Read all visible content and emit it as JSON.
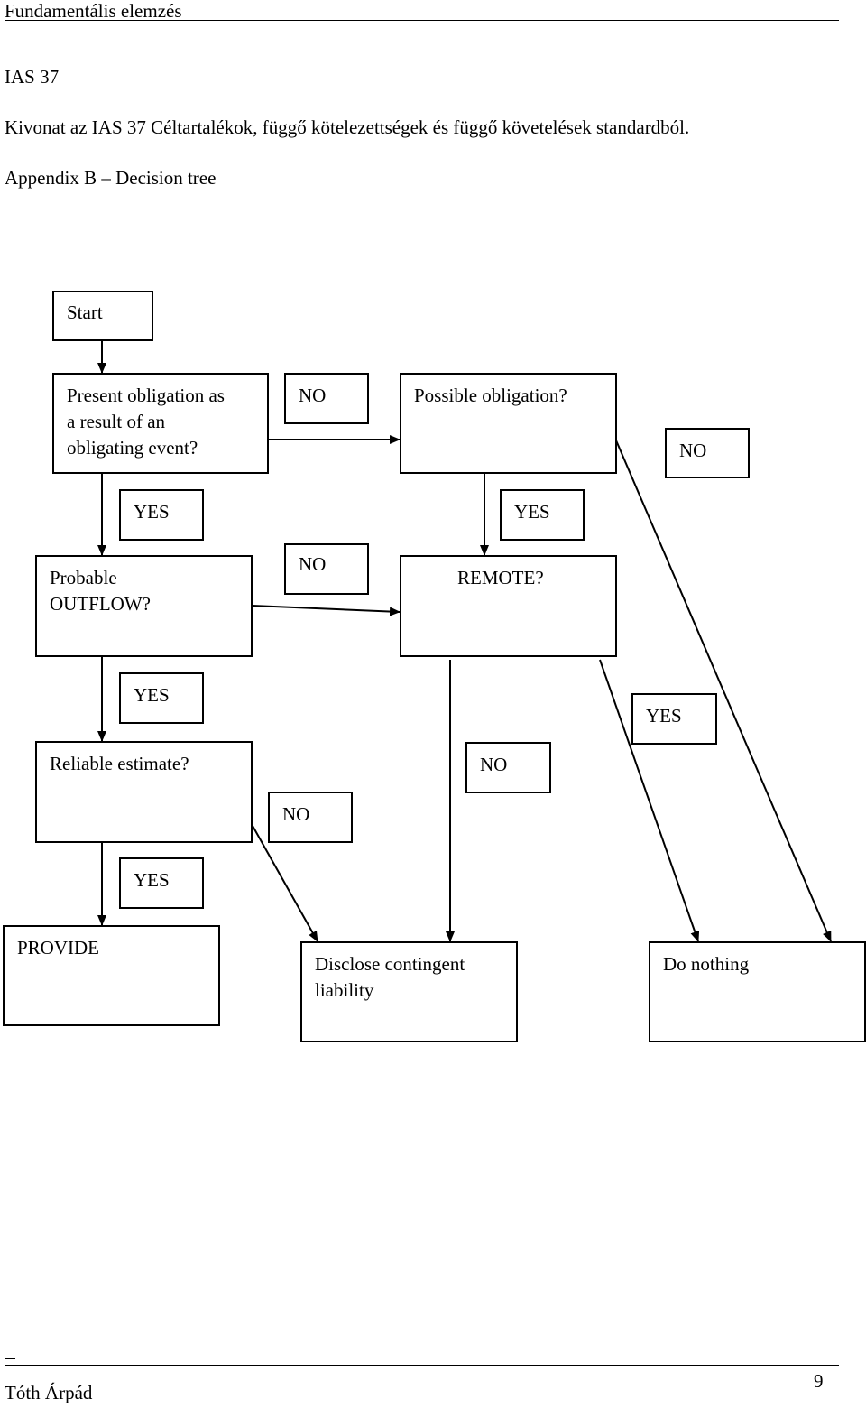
{
  "header": {
    "title": "Fundamentális elemzés"
  },
  "doc": {
    "heading": "IAS 37",
    "intro": "Kivonat az IAS 37 Céltartalékok, függő kötelezettségek és függő követelések standardból.",
    "appendix": "Appendix B – Decision tree"
  },
  "tree": {
    "start": "Start",
    "q_present": "Present obligation as\na result of an\nobligating event?",
    "q_possible": "Possible obligation?",
    "q_probable": "Probable\nOUTFLOW?",
    "q_remote": "REMOTE?",
    "q_reliable": "Reliable estimate?",
    "outcome_provide": "PROVIDE",
    "outcome_disclose": "Disclose contingent\nliability",
    "outcome_nothing": "Do nothing",
    "labels": {
      "no_present": "NO",
      "no_possible": "NO",
      "yes_present": "YES",
      "yes_possible": "YES",
      "no_probable": "NO",
      "yes_probable": "YES",
      "yes_remote": "YES",
      "no_remote": "NO",
      "no_reliable": "NO",
      "yes_reliable": "YES"
    }
  },
  "footer": {
    "author": "Tóth Árpád",
    "page": "9"
  }
}
